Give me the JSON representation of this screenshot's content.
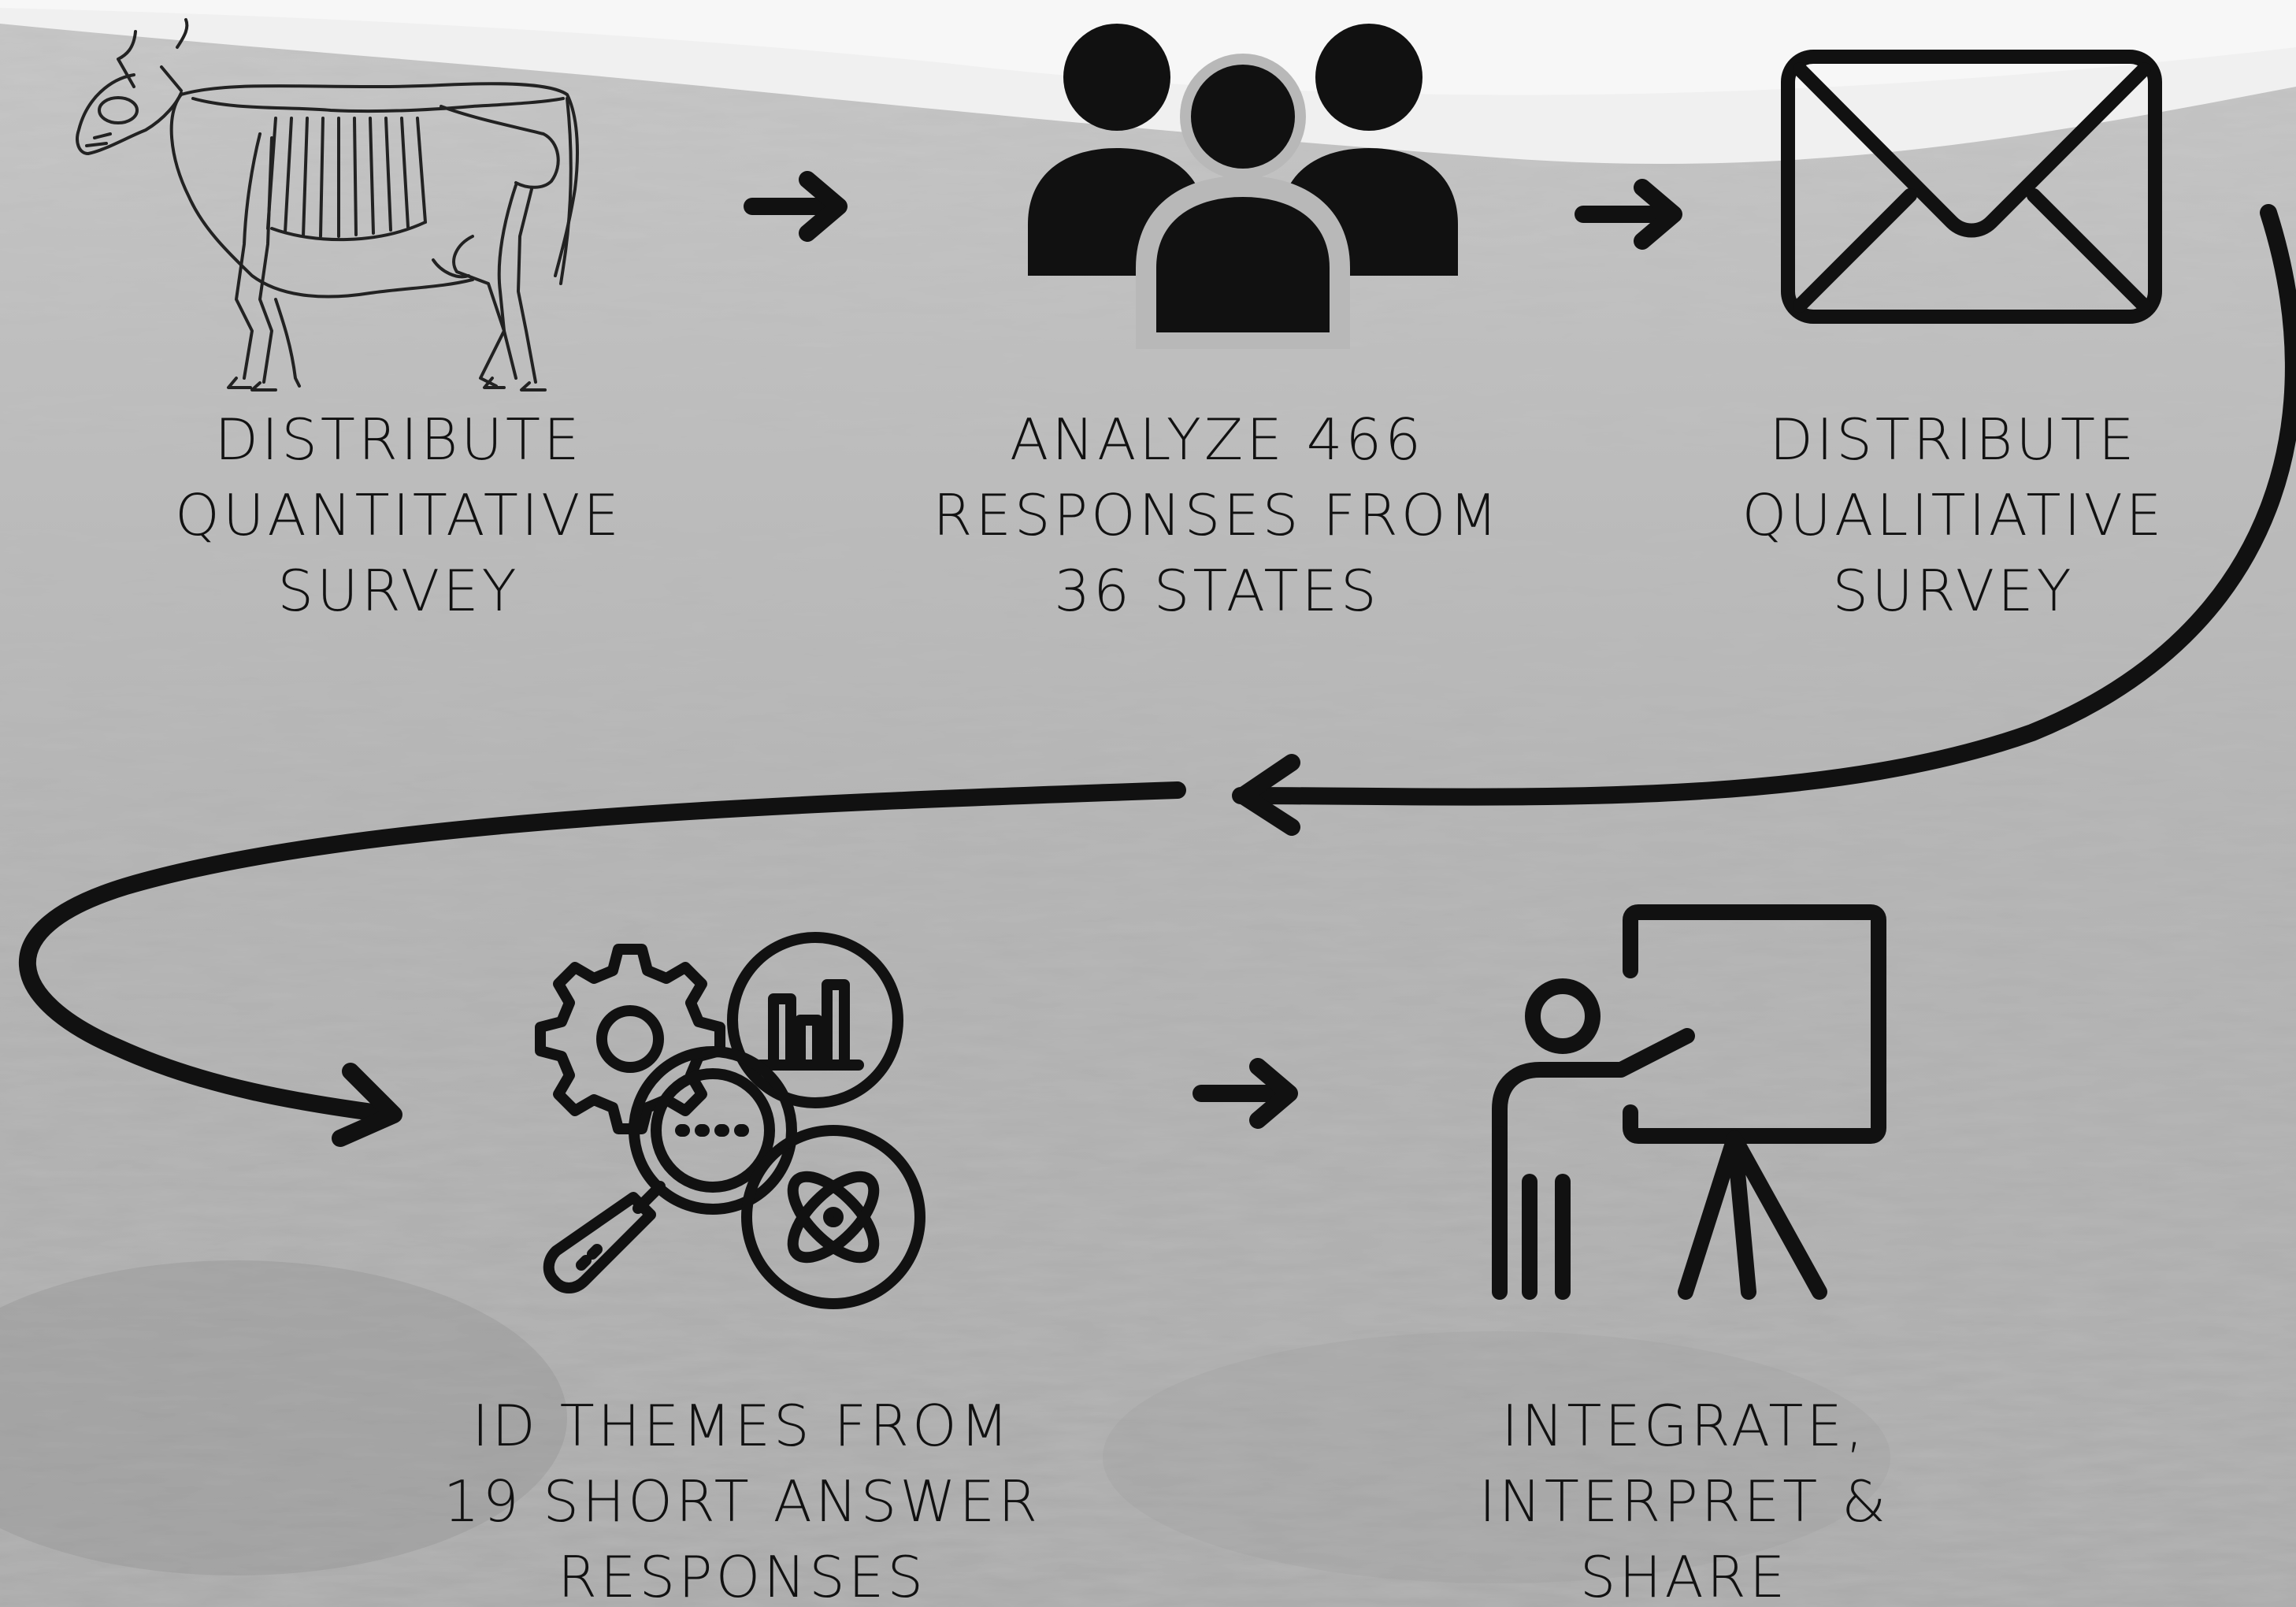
{
  "steps": [
    {
      "id": "distribute-quantitative",
      "icon": "cow-skeleton-icon",
      "lines": [
        "DISTRIBUTE",
        "QUANTITATIVE",
        "SURVEY"
      ]
    },
    {
      "id": "analyze-responses",
      "icon": "people-group-icon",
      "lines": [
        "ANALYZE 466",
        "RESPONSES FROM",
        "36 STATES"
      ]
    },
    {
      "id": "distribute-qualitative",
      "icon": "envelope-icon",
      "lines": [
        "DISTRIBUTE",
        "QUALITIATIVE",
        "SURVEY"
      ]
    },
    {
      "id": "id-themes",
      "icon": "data-analysis-icon",
      "lines": [
        "ID THEMES FROM",
        "19 SHORT ANSWER",
        "RESPONSES"
      ]
    },
    {
      "id": "integrate-share",
      "icon": "presentation-icon",
      "lines": [
        "INTEGRATE,",
        "INTERPRET &",
        "SHARE"
      ]
    }
  ],
  "colors": {
    "ink": "#111111",
    "background": "#b8b8b8",
    "sky": "#f2f2f2"
  }
}
